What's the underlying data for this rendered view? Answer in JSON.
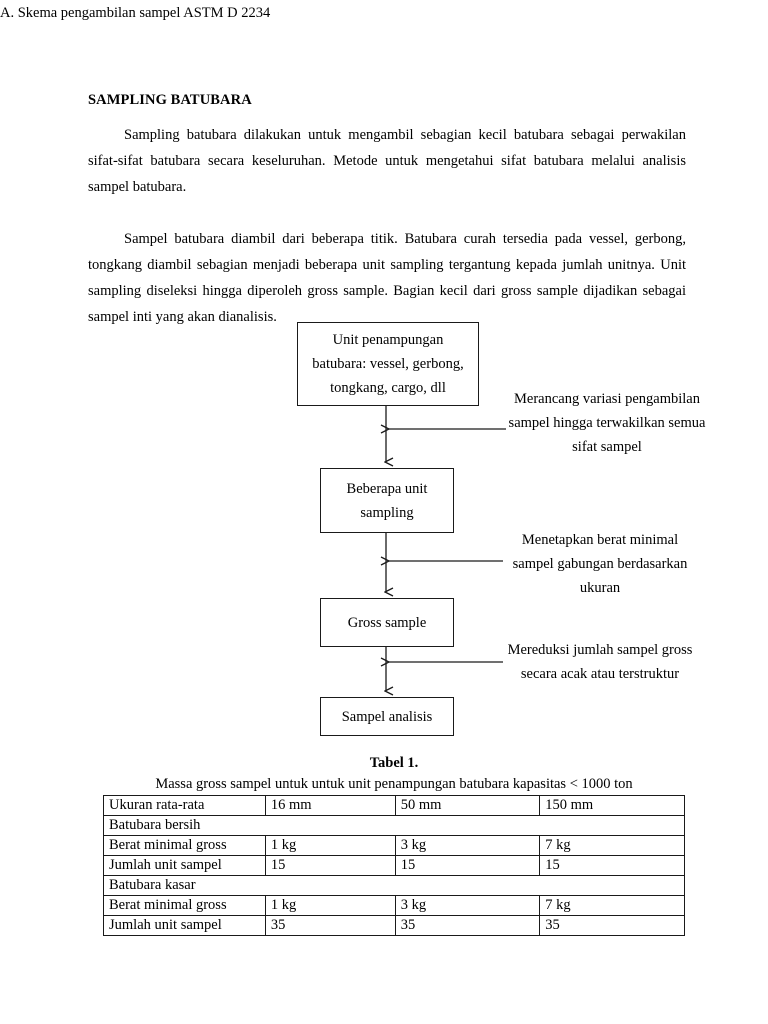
{
  "document": {
    "title": "SAMPLING BATUBARA",
    "paragraph_1": "Sampling batubara dilakukan untuk mengambil sebagian kecil batubara sebagai perwakilan sifat-sifat  batubara secara keseluruhan. Metode untuk mengetahui sifat batubara melalui analisis sampel batubara.",
    "section_a_heading": "A. Skema pengambilan sampel ASTM D 2234",
    "paragraph_2": "Sampel batubara diambil dari beberapa titik. Batubara curah tersedia pada vessel, gerbong, tongkang diambil sebagian menjadi beberapa unit sampling tergantung kepada jumlah unitnya. Unit sampling diseleksi hingga diperoleh gross sample. Bagian kecil dari gross sample dijadikan sebagai sampel inti yang akan dianalisis."
  },
  "flowchart": {
    "nodes": [
      {
        "id": "unit-penampungan",
        "text": "Unit penampungan batubara: vessel, gerbong, tongkang, cargo, dll"
      },
      {
        "id": "beberapa-unit-sampling",
        "text": "Beberapa unit sampling"
      },
      {
        "id": "gross-sample",
        "text": "Gross sample"
      },
      {
        "id": "sampel-analisis",
        "text": "Sampel analisis"
      }
    ],
    "annotations": [
      {
        "id": "annot-variasi",
        "text": "Merancang variasi pengambilan sampel hingga terwakilkan semua sifat sampel"
      },
      {
        "id": "annot-berat-minimal",
        "text": "Menetapkan berat minimal sampel gabungan berdasarkan ukuran"
      },
      {
        "id": "annot-reduksi",
        "text": "Mereduksi jumlah sampel gross secara acak atau terstruktur"
      }
    ]
  },
  "table": {
    "caption_main": "Tabel 1.",
    "caption_sub": "Massa gross sampel untuk untuk unit penampungan batubara kapasitas < 1000 ton",
    "rows": [
      {
        "type": "data",
        "cells": [
          "Ukuran rata-rata",
          "16 mm",
          "50 mm",
          "150 mm"
        ]
      },
      {
        "type": "group",
        "cells": [
          "Batubara bersih"
        ]
      },
      {
        "type": "data",
        "cells": [
          "Berat minimal gross",
          "1 kg",
          "3 kg",
          "7 kg"
        ]
      },
      {
        "type": "data",
        "cells": [
          "Jumlah unit sampel",
          "15",
          "15",
          "15"
        ]
      },
      {
        "type": "group",
        "cells": [
          "Batubara kasar"
        ]
      },
      {
        "type": "data",
        "cells": [
          "Berat minimal gross",
          "1 kg",
          "3 kg",
          "7 kg"
        ]
      },
      {
        "type": "data",
        "cells": [
          "Jumlah unit sampel",
          "35",
          "35",
          "35"
        ]
      }
    ]
  },
  "colors": {
    "page_background": "#ffffff",
    "text": "#000000",
    "rule": "#1a1a1a"
  }
}
